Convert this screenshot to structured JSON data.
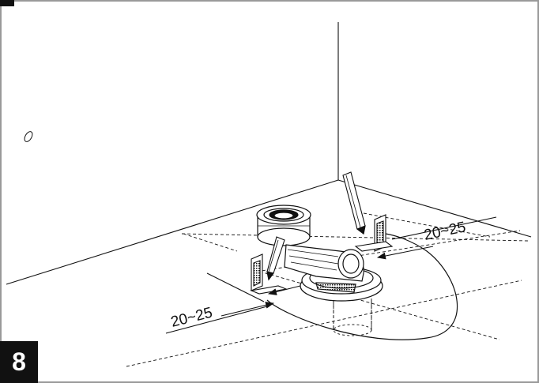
{
  "figure": {
    "step_number": "8",
    "dimensions": [
      {
        "id": "right",
        "text": "20~25"
      },
      {
        "id": "left",
        "text": "20~25"
      }
    ],
    "colors": {
      "line": "#111111",
      "border": "#9a9a9a",
      "badge_bg": "#111111",
      "badge_text": "#ffffff"
    },
    "icons": [
      "pencil-icon",
      "marker-bracket-icon",
      "toilet-flange-icon",
      "waste-pipe-elbow-icon"
    ]
  }
}
